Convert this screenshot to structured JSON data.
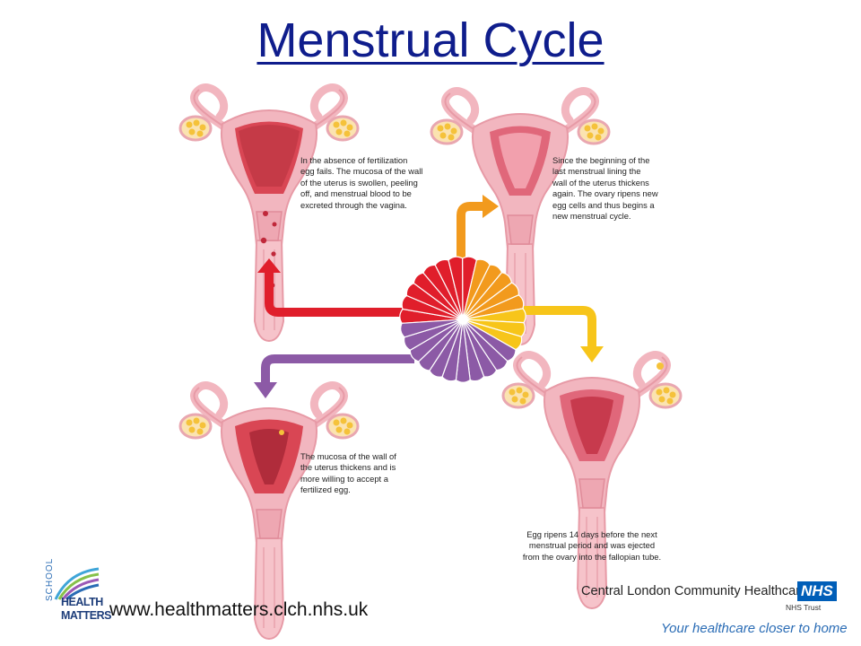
{
  "title": "Menstrual Cycle",
  "captions": {
    "menstruation": "In the absence of fertilization\negg fails. The mucosa of the wall\nof the uterus is swollen, peeling\noff, and menstrual blood to be\nexcreted through the vagina.",
    "regrowth": "Since the beginning of the\nlast menstrual lining the\nwall of the uterus thickens\nagain. The ovary ripens new\negg cells and thus begins a\nnew menstrual cycle.",
    "receptive": "The mucosa of the wall of\nthe uterus thickens and is\nmore willing to accept a\nfertilized egg.",
    "ovulation": "Egg ripens 14 days before the next\nmenstrual period and was ejected\nfrom the ovary into the fallopian tube."
  },
  "footer": {
    "url": "www.healthmatters.clch.nhs.uk",
    "organisation": "Central London Community Healthcare",
    "nhs_badge": "NHS",
    "nhs_trust": "NHS Trust",
    "tagline": "Your healthcare closer to home",
    "logo_school": "SCHOOL",
    "logo_health": "HEALTH",
    "logo_matters": "MATTERS"
  },
  "colors": {
    "title": "#0f1d8c",
    "menstrual_phase": "#e01e2b",
    "follicular_phase": "#f29a1d",
    "ovulation_phase": "#f7c51a",
    "luteal_phase": "#8c5aa6",
    "uterus_tissue": "#f2b6bf",
    "uterine_lining": "#d94654"
  },
  "wheel_segments": {
    "red": 8,
    "orange": 5,
    "yellow": 3,
    "purple": 11
  }
}
